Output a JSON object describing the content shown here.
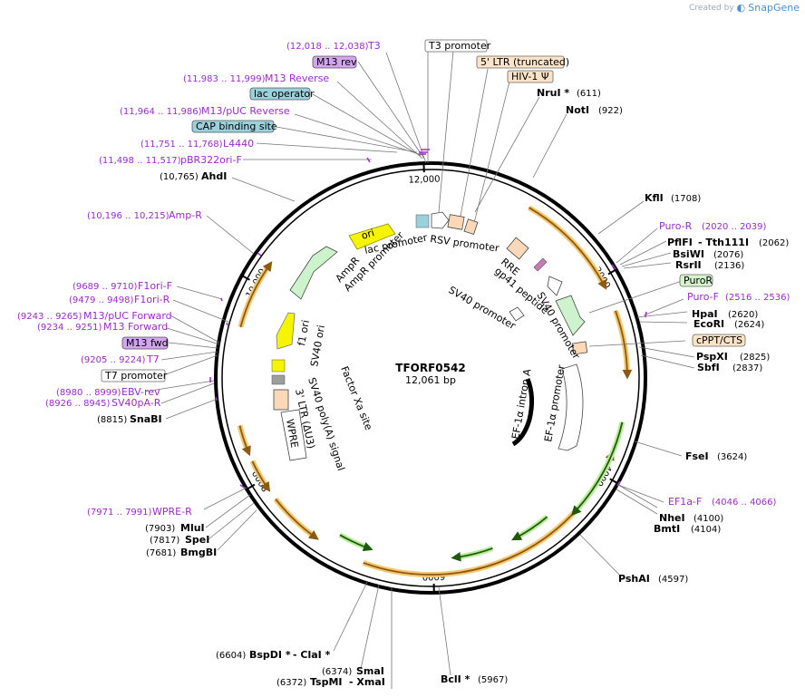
{
  "brand": {
    "created_by": "Created by",
    "name": "SnapGene"
  },
  "plasmid": {
    "name": "TFORF0542",
    "size": "12,061 bp",
    "length": 12061
  },
  "colors": {
    "purple": "#9b2bc8",
    "orange_feature": "#e8a33d",
    "green_feature": "#3a8c1c",
    "promoter_fill": "#ffffff",
    "ltr_fill": "#fbd9b8",
    "ori_fill": "#f6f400",
    "ampr_fill": "#cdf3cc",
    "teal_label": "#9bd0dd",
    "purple_label": "#d4a5ef",
    "green_label": "#d4f5cc",
    "orange_label": "#fde3c8"
  },
  "ticks": [
    {
      "label": "2000",
      "bp": 2000
    },
    {
      "label": "4000",
      "bp": 4000
    },
    {
      "label": "6000",
      "bp": 6000
    },
    {
      "label": "8000",
      "bp": 8000
    },
    {
      "label": "10,000",
      "bp": 10000
    },
    {
      "label": "12,000",
      "bp": 12000
    }
  ],
  "labels": {
    "t3_promoter": "T3 promoter",
    "ltr5": "5' LTR (truncated)",
    "hiv": "HIV-1 Ψ",
    "nrui": "NruI *",
    "nrui_pos": "(611)",
    "noti": "NotI",
    "noti_pos": "(922)",
    "kfli": "KflI",
    "kfli_pos": "(1708)",
    "puro_r": "Puro-R",
    "puro_r_rng": "(2020 .. 2039)",
    "pflfi": "PflFI",
    "tth": "- Tth111I",
    "pflfi_pos": "(2062)",
    "bsiwi": "BsiWI",
    "bsiwi_pos": "(2076)",
    "rsrii": "RsrII",
    "rsrii_pos": "(2136)",
    "puror": "PuroR",
    "puro_f": "Puro-F",
    "puro_f_rng": "(2516 .. 2536)",
    "hpai": "HpaI",
    "hpai_pos": "(2620)",
    "ecori": "EcoRI",
    "ecori_pos": "(2624)",
    "cppt": "cPPT/CTS",
    "pspxi": "PspXI",
    "pspxi_pos": "(2825)",
    "sbfi": "SbfI",
    "sbfi_pos": "(2837)",
    "fsei": "FseI",
    "fsei_pos": "(3624)",
    "ef1a_f": "EF1a-F",
    "ef1a_f_rng": "(4046 .. 4066)",
    "nhei": "NheI",
    "nhei_pos": "(4100)",
    "bmti": "BmtI",
    "bmti_pos": "(4104)",
    "pshai": "PshAI",
    "pshai_pos": "(4597)",
    "bcli": "BclI *",
    "bcli_pos": "(5967)",
    "smai": "SmaI",
    "smai_pos": "(6374)",
    "tspmi": "TspMI",
    "xmai": "- XmaI",
    "tspmi_pos": "(6372)",
    "bspdi": "BspDI *",
    "clai": "- ClaI *",
    "bspdi_pos": "(6604)",
    "bmgbi": "BmgBI",
    "bmgbi_pos": "(7681)",
    "spei": "SpeI",
    "spei_pos": "(7817)",
    "mlui": "MluI",
    "mlui_pos": "(7903)",
    "wpre_r": "WPRE-R",
    "wpre_r_rng": "(7971 .. 7991)",
    "snabi": "SnaBI",
    "snabi_pos": "(8815)",
    "sv40pa_r": "SV40pA-R",
    "sv40pa_r_rng": "(8926 .. 8945)",
    "ebv_rev": "EBV-rev",
    "ebv_rev_rng": "(8980 .. 8999)",
    "t7_promoter": "T7 promoter",
    "t7": "T7",
    "t7_rng": "(9205 .. 9224)",
    "m13_fwd": "M13 fwd",
    "m13_forward": "M13 Forward",
    "m13_forward_rng": "(9234 .. 9251)",
    "m13puc_forward": "M13/pUC Forward",
    "m13puc_forward_rng": "(9243 .. 9265)",
    "f1ori_r": "F1ori-R",
    "f1ori_r_rng": "(9479 .. 9498)",
    "f1ori_f": "F1ori-F",
    "f1ori_f_rng": "(9689 .. 9710)",
    "amp_r": "Amp-R",
    "amp_r_rng": "(10,196 .. 10,215)",
    "ahdi": "AhdI",
    "ahdi_pos": "(10,765)",
    "pbr322": "pBR322ori-F",
    "pbr322_rng": "(11,498 .. 11,517)",
    "l4440": "L4440",
    "l4440_rng": "(11,751 .. 11,768)",
    "cap": "CAP binding site",
    "m13puc_rev": "M13/pUC Reverse",
    "m13puc_rev_rng": "(11,964 .. 11,986)",
    "lac_op": "lac operator",
    "m13_reverse": "M13 Reverse",
    "m13_reverse_rng": "(11,983 .. 11,999)",
    "m13_rev": "M13 rev",
    "t3": "T3",
    "t3_rng": "(12,018 .. 12,038)"
  },
  "inner_labels": {
    "ori": "ori",
    "lac_promoter": "lac promoter",
    "rsv_promoter": "RSV promoter",
    "rre": "RRE",
    "gp41": "gp41 peptide",
    "sv40_promoter_a": "SV40 promoter",
    "sv40_promoter_b": "SV40 promoter",
    "ampr": "AmpR",
    "ampr_promoter": "AmpR promoter",
    "f1_ori": "f1 ori",
    "sv40_ori": "SV40 ori",
    "ef1a_intron": "EF-1α intron A",
    "ef1a_promoter": "EF-1α promoter",
    "factor_xa": "Factor Xa site",
    "sv40_polya": "SV40 poly(A) signal",
    "ltr3": "3' LTR (ΔU3)",
    "wpre": "WPRE"
  }
}
